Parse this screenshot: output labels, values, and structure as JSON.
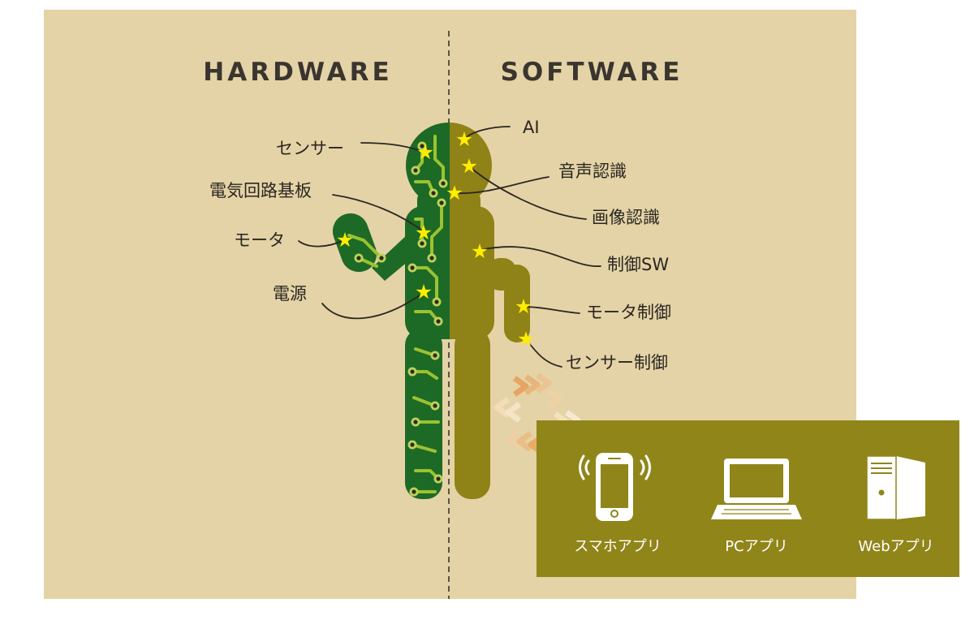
{
  "headings": {
    "hardware": "HARDWARE",
    "software": "SOFTWARE"
  },
  "hardware_labels": {
    "sensor": "センサー",
    "circuit_board": "電気回路基板",
    "motor": "モータ",
    "power": "電源"
  },
  "software_labels": {
    "ai": "AI",
    "speech_recognition": "音声認識",
    "image_recognition": "画像認識",
    "control_sw": "制御SW",
    "motor_control": "モータ制御",
    "sensor_control": "センサー制御"
  },
  "devices": {
    "smartphone": "スマホアプリ",
    "pc": "PCアプリ",
    "web": "Webアプリ"
  },
  "icons": [
    "star-icon",
    "smartphone-icon",
    "laptop-icon",
    "server-tower-icon",
    "signal-waves-icon",
    "chevron-arrows-icon"
  ],
  "colors": {
    "background_panel": "#e4d3a6",
    "hardware_green": "#1d6a26",
    "circuit_trace": "#9bc232",
    "software_olive": "#8f8216",
    "device_box": "#908519",
    "star": "#ffed00",
    "divider": "#3a352f"
  }
}
